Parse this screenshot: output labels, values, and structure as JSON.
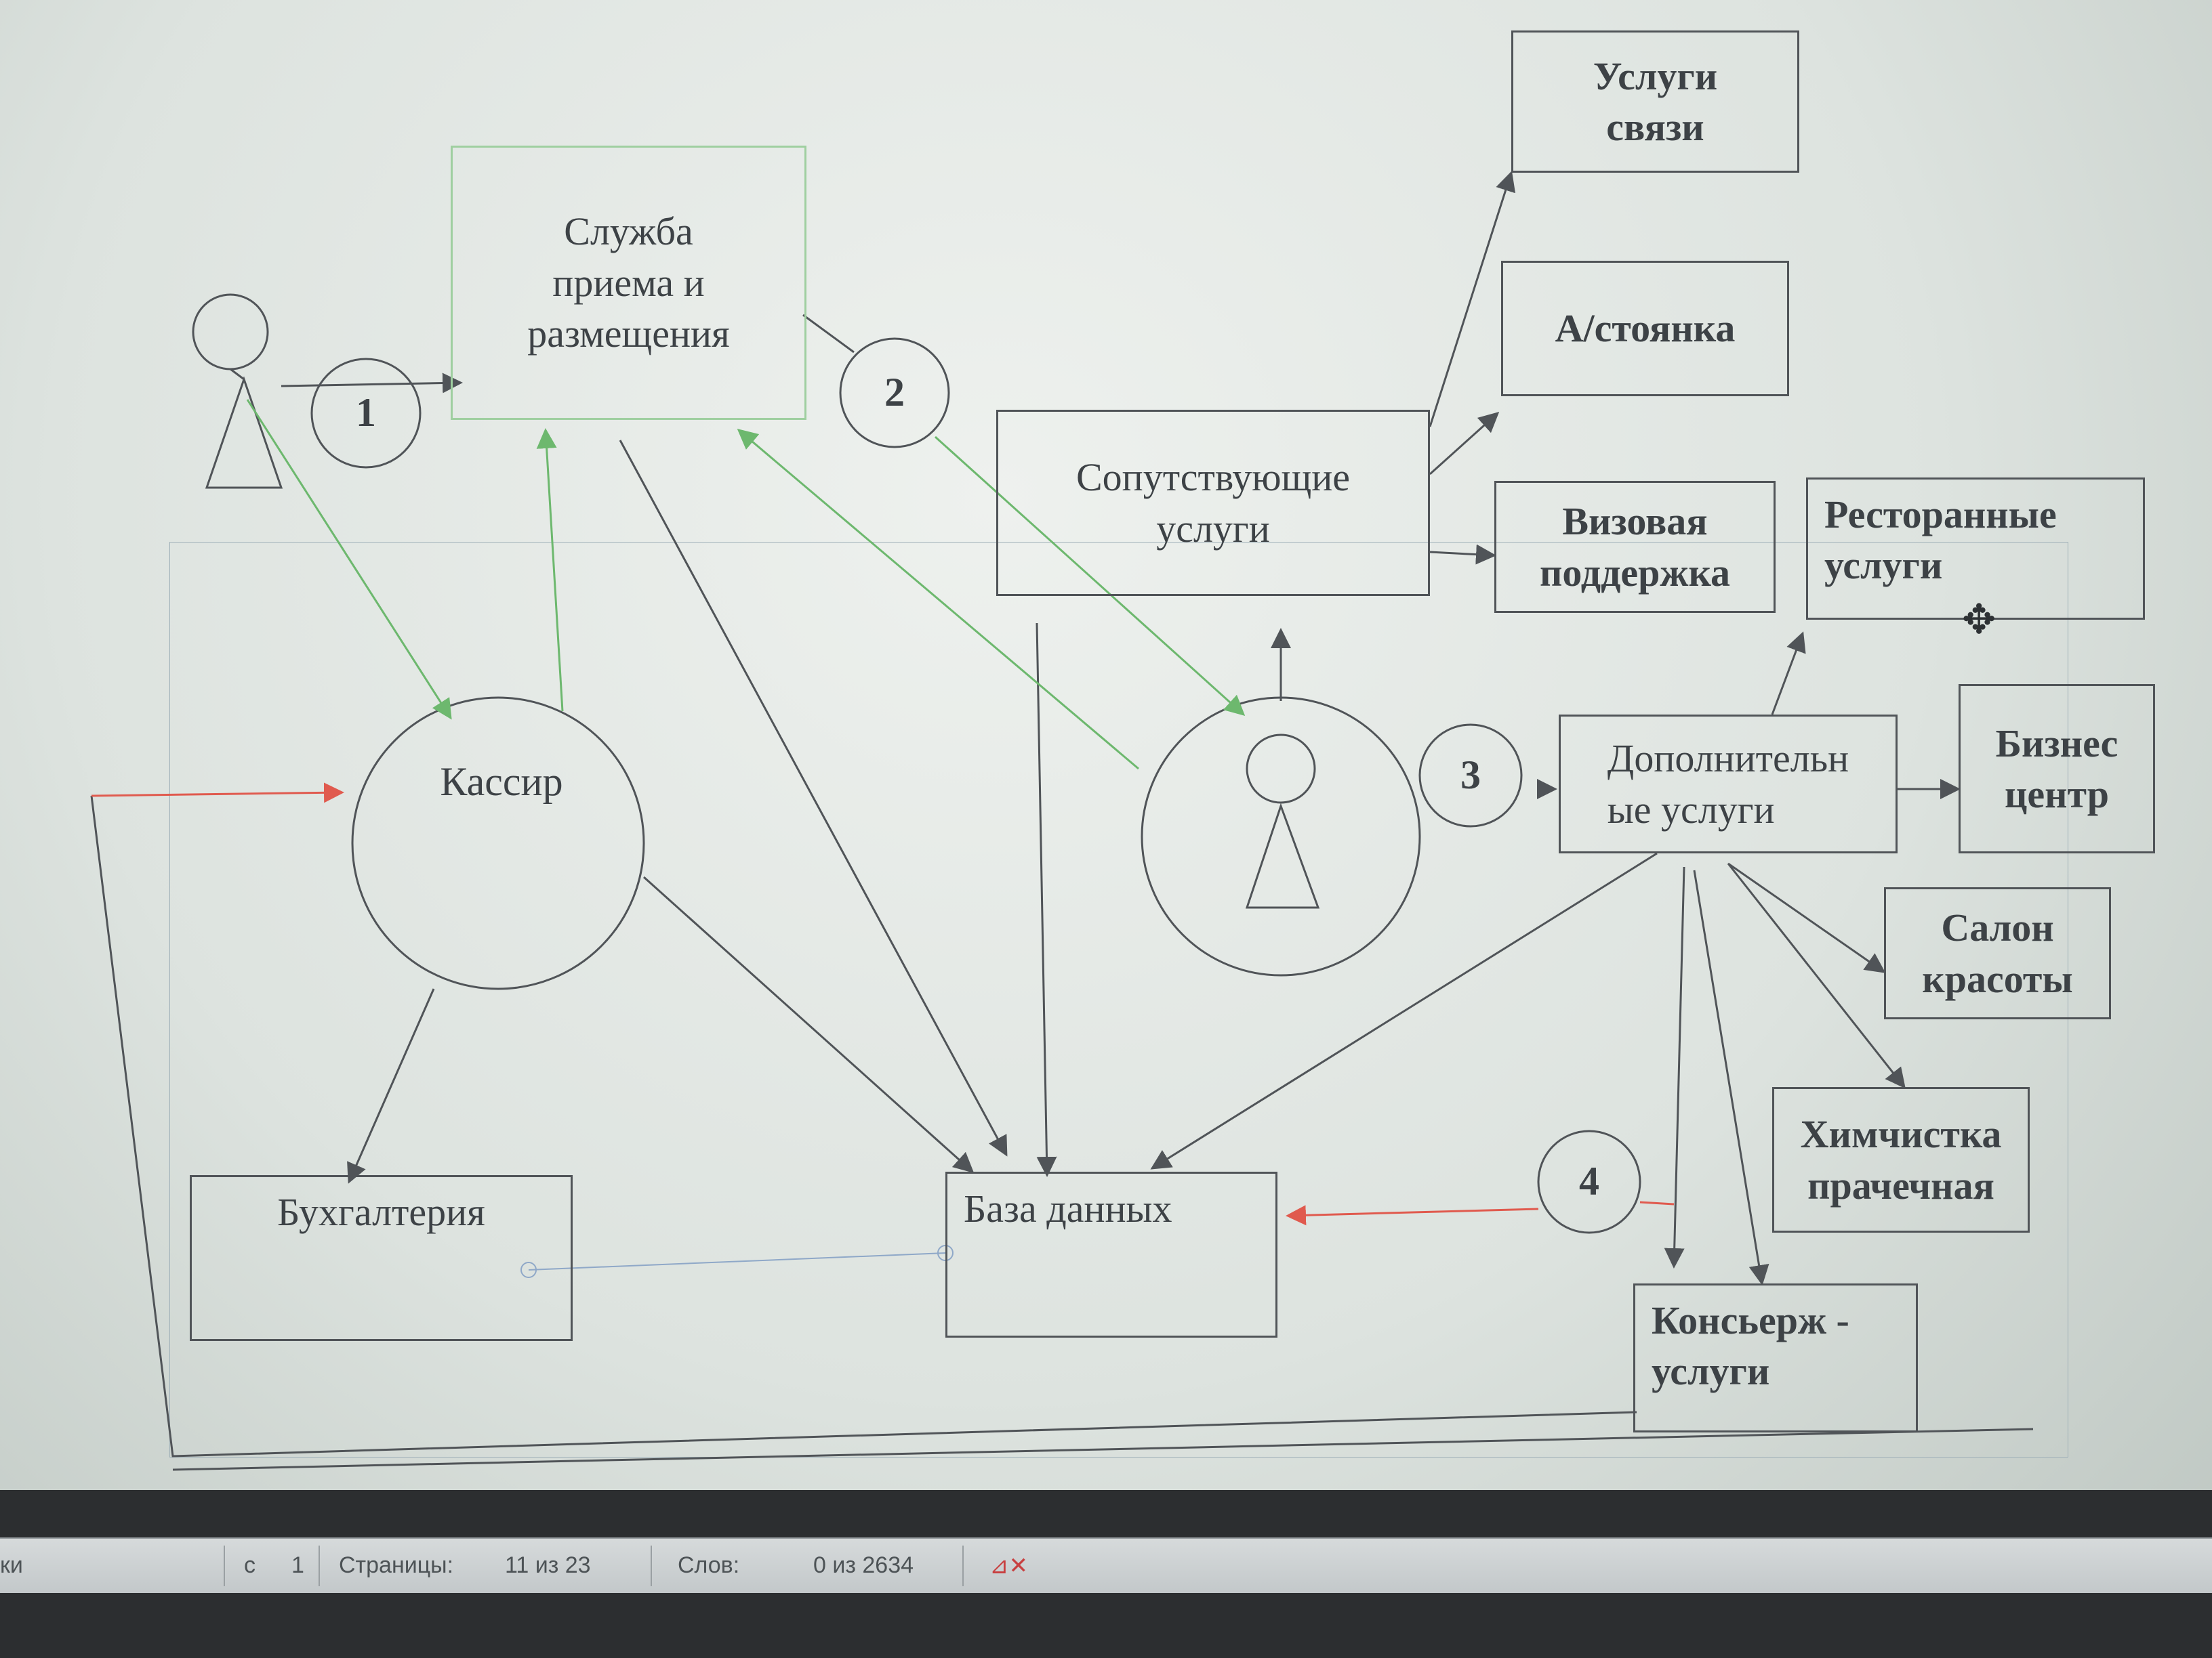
{
  "diagram": {
    "nodes": {
      "reception": "Служба\nприема и\nразмещения",
      "communication": "Услуги\nсвязи",
      "parking": "А/стоянка",
      "related": "Сопутствующие\nуслуги",
      "visa": "Визовая\nподдержка",
      "restaurant": "Ресторанные\nуслуги",
      "additional": "Дополнительн\nые услуги",
      "business": "Бизнес\nцентр",
      "cashier": "Кассир",
      "beauty": "Салон\nкрасоты",
      "laundry": "Химчистка\nпрачечная",
      "accounting": "Бухгалтерия",
      "database": "База данных",
      "concierge": "Консьерж -\nуслуги"
    },
    "step_numbers": [
      "1",
      "2",
      "3",
      "4"
    ]
  },
  "statusbar": {
    "left_fragment": "ки",
    "section_label": "с",
    "section_value": "1",
    "pages_label": "Страницы:",
    "pages_value": "11 из 23",
    "words_label": "Слов:",
    "words_value": "0 из 2634"
  },
  "colors": {
    "line": "#505458",
    "green_arrow": "#6db86e",
    "red_arrow": "#e05a4e"
  }
}
